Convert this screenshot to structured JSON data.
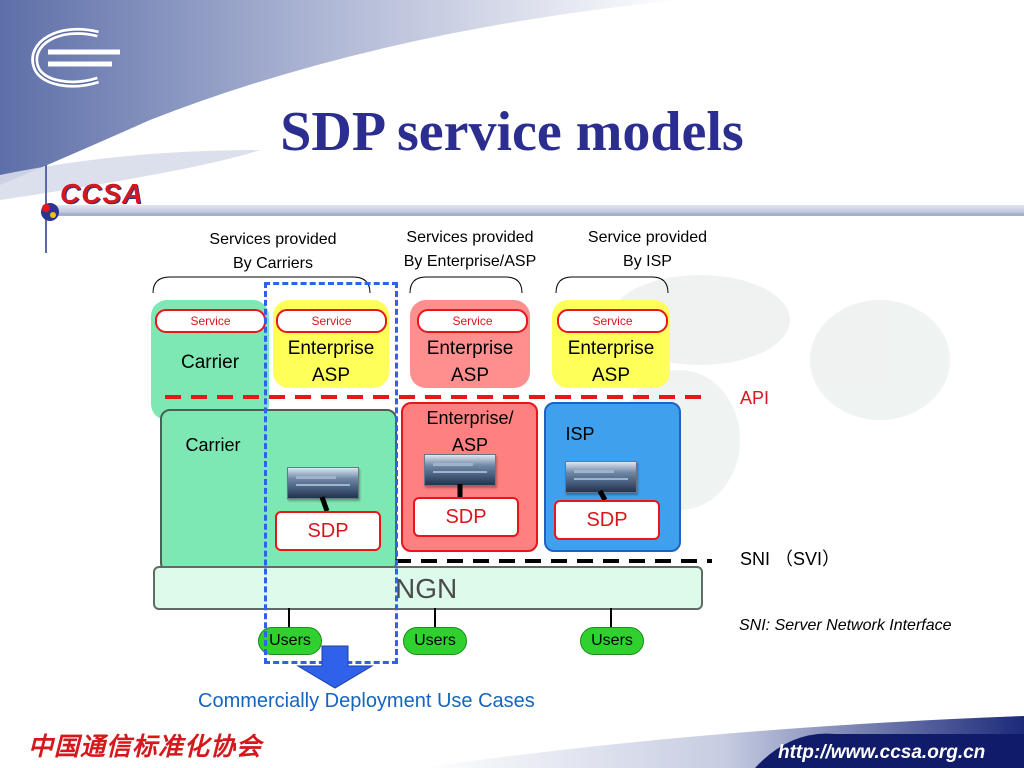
{
  "slide": {
    "title": "SDP service models",
    "logo_text": "CCSA",
    "org_name_cn": "中国通信标准化协会",
    "footer_url": "http://www.ccsa.org.cn"
  },
  "diagram": {
    "column_headers": [
      {
        "line1": "Services provided",
        "line2": "By  Carriers"
      },
      {
        "line1": "Services provided",
        "line2": "By  Enterprise/ASP"
      },
      {
        "line1": "Service provided",
        "line2": "By  ISP"
      }
    ],
    "service_label": "Service",
    "top_blocks": {
      "carrier": "Carrier",
      "enterprise_asp_1": [
        "Enterprise",
        "ASP"
      ],
      "enterprise_asp_2": [
        "Enterprise",
        "ASP"
      ],
      "enterprise_asp_3": [
        "Enterprise",
        "ASP"
      ]
    },
    "api_label": "API",
    "provider_blocks": {
      "carrier": "Carrier",
      "enterprise_asp": [
        "Enterprise/",
        "ASP"
      ],
      "isp": "ISP"
    },
    "sdp_label": "SDP",
    "sni_label": "SNI （SVI）",
    "ngn_label": "NGN",
    "users_label": "Users",
    "sni_note": "SNI: Server Network Interface",
    "use_case_label": "Commercially Deployment Use Cases",
    "colors": {
      "title": "#2b2e8f",
      "service_red": "#e8151b",
      "carrier_green": "#7ee8b4",
      "enterprise_yellow": "#ffff5a",
      "enterprise_pink": "#ff8f8f",
      "isp_blue": "#3fa0ee",
      "users_green": "#2fd12f",
      "use_case_blue": "#1565c0",
      "dashed_blue": "#2f62e8"
    }
  }
}
